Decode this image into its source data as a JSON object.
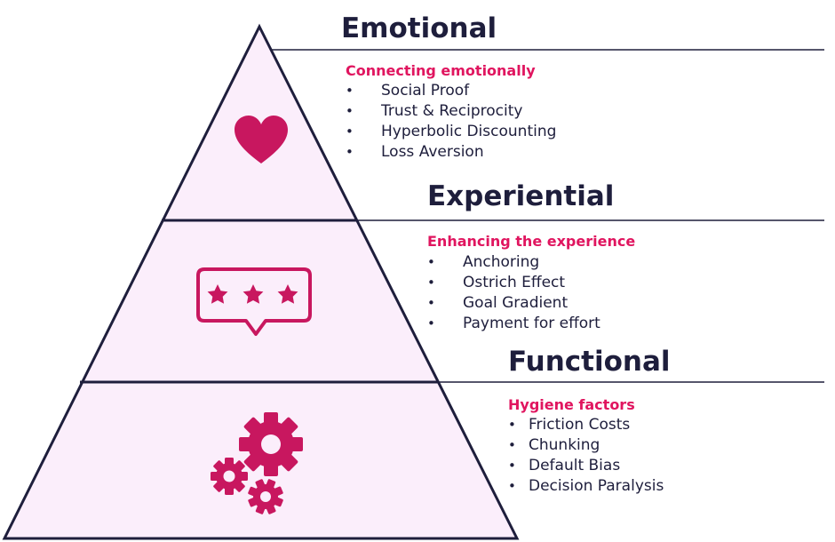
{
  "colors": {
    "pyramid_fill": "#fbeefb",
    "outline": "#1e1e3c",
    "accent": "#e0155f",
    "icon": "#c8175f",
    "text": "#1e1e3c"
  },
  "tiers": [
    {
      "title": "Emotional",
      "subtitle": "Connecting emotionally",
      "icon": "heart-icon",
      "items": [
        "Social Proof",
        "Trust & Reciprocity",
        "Hyperbolic Discounting",
        "Loss Aversion"
      ]
    },
    {
      "title": "Experiential",
      "subtitle": "Enhancing the experience",
      "icon": "star-rating-icon",
      "items": [
        "Anchoring",
        "Ostrich Effect",
        "Goal Gradient",
        "Payment for effort"
      ]
    },
    {
      "title": "Functional",
      "subtitle": "Hygiene factors",
      "icon": "gears-icon",
      "items": [
        "Friction Costs",
        "Chunking",
        "Default Bias",
        "Decision Paralysis"
      ]
    }
  ],
  "bullet": "•"
}
